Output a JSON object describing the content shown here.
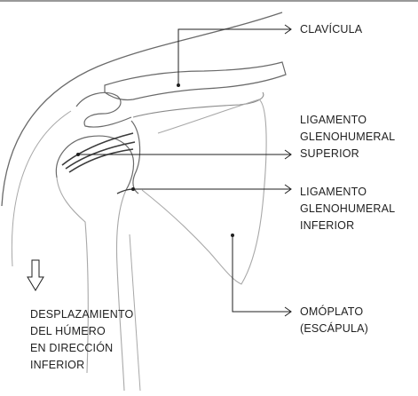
{
  "labels": {
    "clavicle": {
      "lines": [
        "CLAVÍCULA"
      ]
    },
    "superior_ligament": {
      "lines": [
        "LIGAMENTO",
        "GLENOHUMERAL",
        "SUPERIOR"
      ]
    },
    "inferior_ligament": {
      "lines": [
        "LIGAMENTO",
        "GLENOHUMERAL",
        "INFERIOR"
      ]
    },
    "scapula": {
      "lines": [
        "OMÓPLATO",
        "(ESCÁPULA)"
      ]
    },
    "displacement": {
      "lines": [
        "DESPLAZAMIENTO",
        "DEL HÚMERO",
        "EN DIRECCIÓN",
        "INFERIOR"
      ]
    }
  },
  "colors": {
    "ink": "#1f1f1f",
    "sketch": "#6a6a6a",
    "sketch_light": "#a8a8a8",
    "ligament": "#3a3a3a"
  },
  "icons": {
    "displacement_arrow": "down-outline-arrow-icon"
  }
}
